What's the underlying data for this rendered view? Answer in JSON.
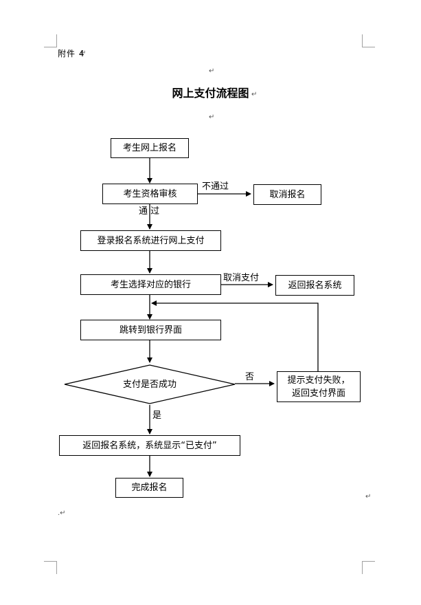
{
  "header": {
    "attachment_label": "附件 4",
    "title": "网上支付流程图"
  },
  "flowchart": {
    "nodes": {
      "online_register": "考生网上报名",
      "qualification_review": "考生资格审核",
      "cancel_registration": "取消报名",
      "login_pay": "登录报名系统进行网上支付",
      "select_bank": "考生选择对应的银行",
      "return_system": "返回报名系统",
      "redirect_bank": "跳转到银行界面",
      "payment_success_q": "支付是否成功",
      "payment_fail_line1": "提示支付失败，",
      "payment_fail_line2": "返回支付界面",
      "return_paid": "返回报名系统，系统显示“已支付”",
      "complete": "完成报名"
    },
    "edge_labels": {
      "not_passed": "不通过",
      "passed": "通 过",
      "cancel_payment": "取消支付",
      "no": "否",
      "yes": "是"
    }
  }
}
